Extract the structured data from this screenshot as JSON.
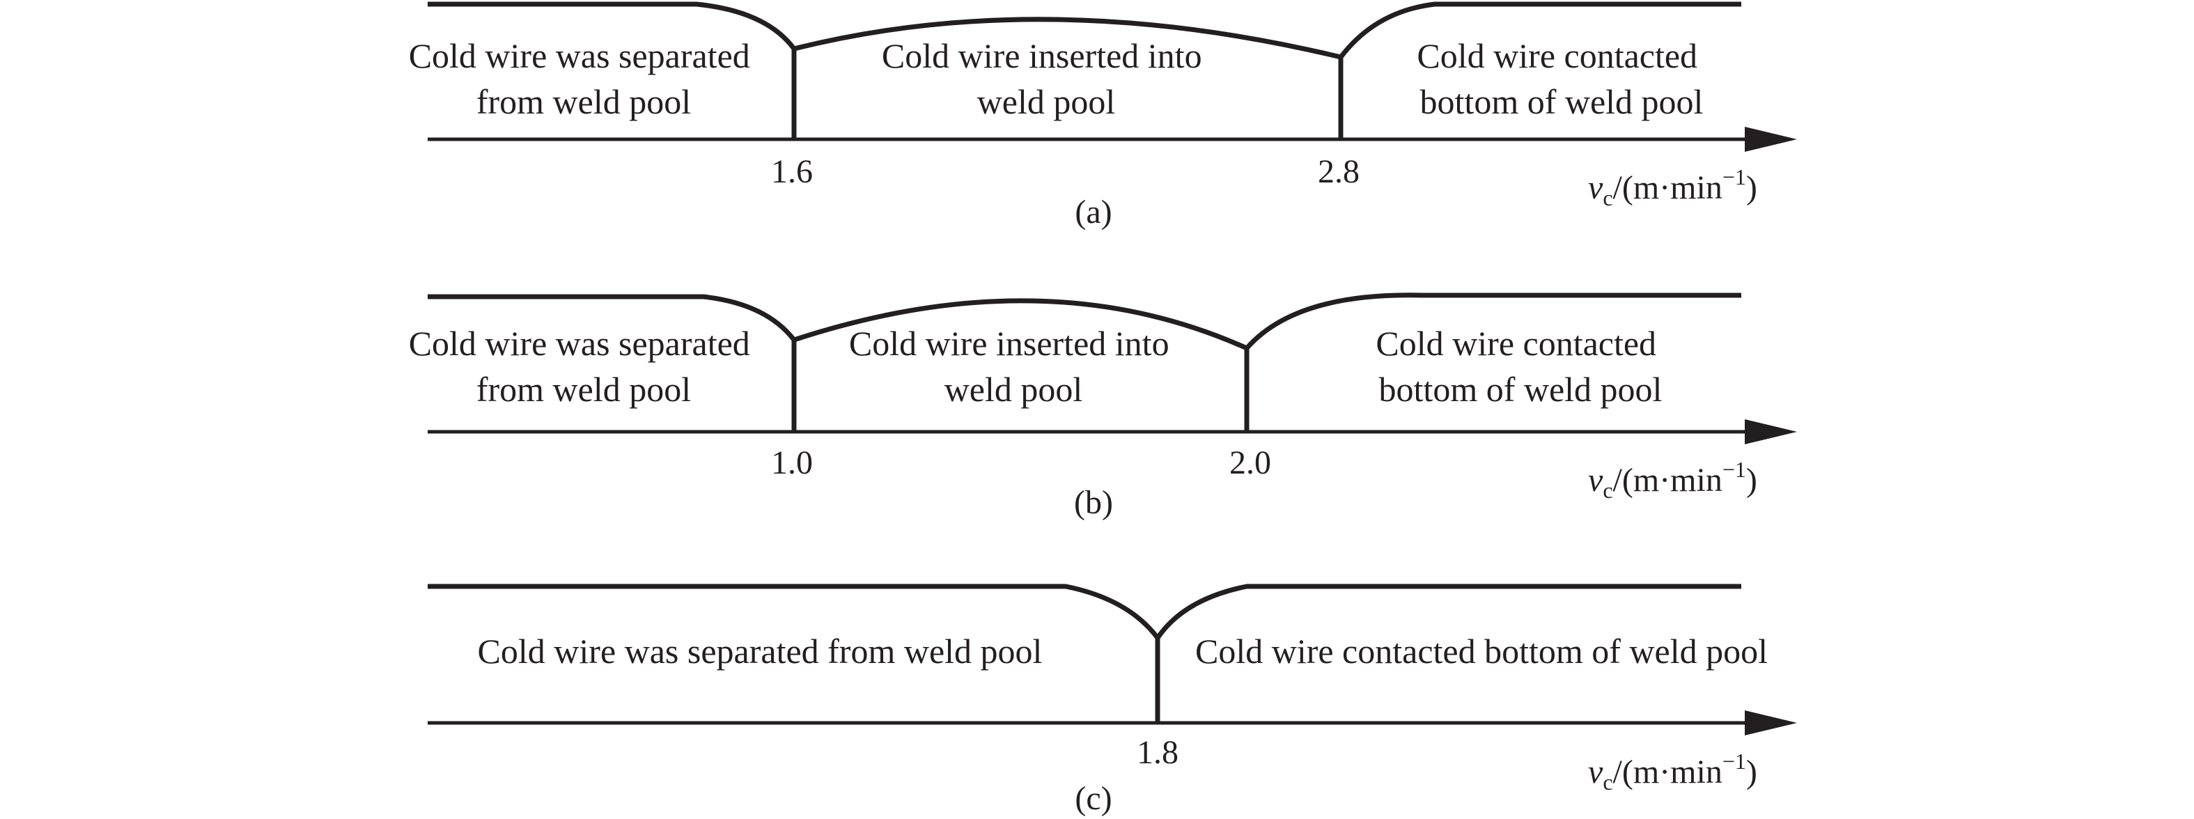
{
  "panels": [
    {
      "caption": "(a)",
      "regions": [
        {
          "lines": [
            "Cold wire was separated",
            "from weld pool"
          ]
        },
        {
          "lines": [
            "Cold wire inserted into",
            "weld pool"
          ]
        },
        {
          "lines": [
            "Cold wire contacted",
            "bottom of weld pool"
          ]
        }
      ],
      "ticks": [
        "1.6",
        "2.8"
      ]
    },
    {
      "caption": "(b)",
      "regions": [
        {
          "lines": [
            "Cold wire was separated",
            "from weld pool"
          ]
        },
        {
          "lines": [
            "Cold wire inserted into",
            "weld pool"
          ]
        },
        {
          "lines": [
            "Cold wire contacted",
            "bottom of weld pool"
          ]
        }
      ],
      "ticks": [
        "1.0",
        "2.0"
      ]
    },
    {
      "caption": "(c)",
      "regions": [
        {
          "lines": [
            "Cold wire was separated from weld pool"
          ]
        },
        {
          "lines": [
            "Cold wire contacted bottom of weld pool"
          ]
        }
      ],
      "ticks": [
        "1.8"
      ]
    }
  ],
  "axis_unit": {
    "symbol": "v",
    "subscript": "c",
    "unit": "/(m·min",
    "superscript": "−1",
    "close": ")"
  }
}
